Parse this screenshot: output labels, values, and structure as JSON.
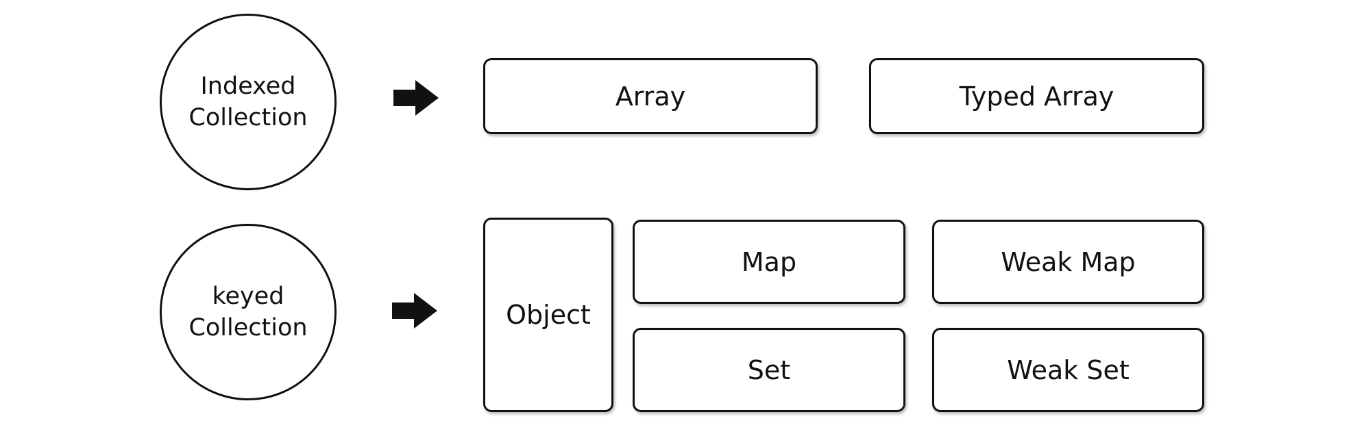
{
  "rows": [
    {
      "category": {
        "line1": "Indexed",
        "line2": "Collection"
      },
      "items": [
        "Array",
        "Typed Array"
      ]
    },
    {
      "category": {
        "line1": "keyed",
        "line2": "Collection"
      },
      "items": [
        "Object",
        "Map",
        "Weak Map",
        "Set",
        "Weak Set"
      ]
    }
  ],
  "arrow_icon": "right-arrow-icon",
  "colors": {
    "stroke": "#111111",
    "background": "#ffffff"
  }
}
